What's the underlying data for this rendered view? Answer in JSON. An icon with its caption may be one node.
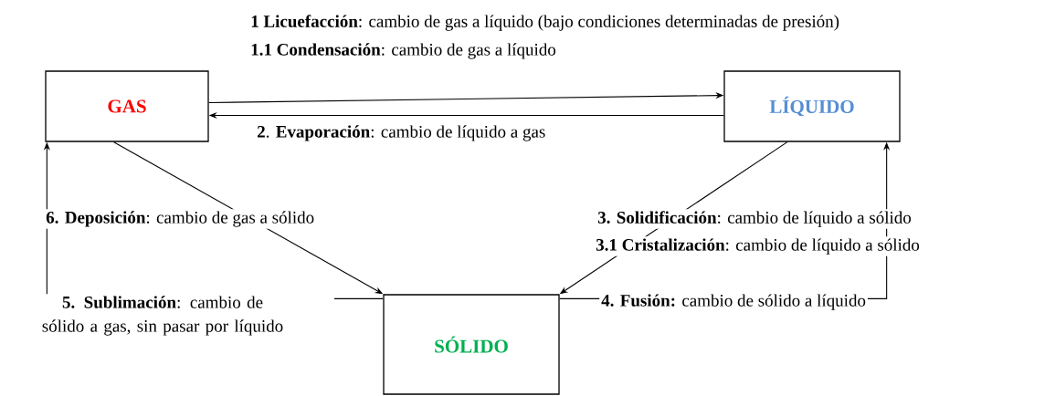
{
  "diagram": {
    "nodes": [
      {
        "text": [
          "GAS"
        ]
      },
      {
        "text": [
          "LÍQUIDO"
        ]
      },
      {
        "text": [
          "SÓLIDO"
        ]
      }
    ],
    "edges": [
      {
        "from": 0,
        "to": 1,
        "arrow": "to",
        "label": "**1 Licuefacción**: cambio de gas a líquido (bajo condiciones determinadas de presión)"
      },
      {
        "from": 1,
        "to": 0,
        "arrow": "to",
        "label": "**2**. **Evaporación**: cambio de líquido a gas"
      },
      {
        "from": 1,
        "to": 2,
        "arrow": "to",
        "label": "**3. Solidificación**: cambio de líquido a sólido"
      },
      {
        "from": 0,
        "to": 2,
        "arrow": "to",
        "label": "**6. Deposición**: cambio de gas a sólido"
      },
      {
        "from": 2,
        "to": 0,
        "arrow": "to",
        "label": "**5. Sublimación**: cambio de sólido a gas, sin pasar por líquido"
      },
      {
        "from": 2,
        "to": 1,
        "arrow": "to",
        "label": "**4. Fusión:** cambio de sólido a líquido"
      }
    ],
    "labels": [
      "**1.1  Condensación**: cambio de gas a líquido",
      "**3.1 Cristalización**: cambio de líquido a sólido"
    ]
  }
}
